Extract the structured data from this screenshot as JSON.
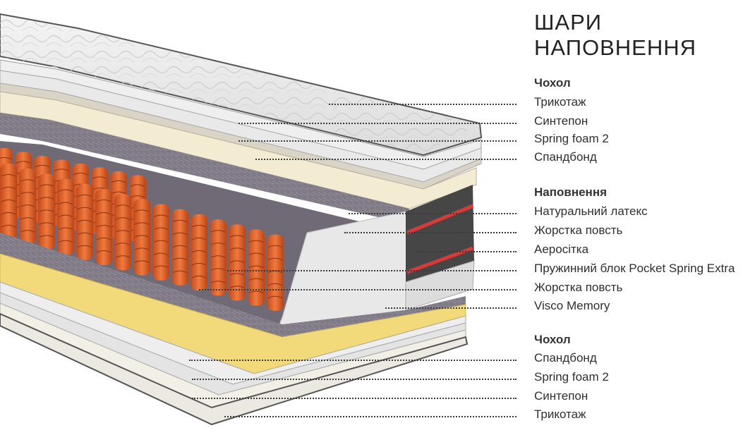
{
  "title": {
    "line1": "ШАРИ",
    "line2": "НАПОВНЕННЯ"
  },
  "sections": [
    {
      "header": "Чохол",
      "items": [
        "Трикотаж",
        "Синтепон",
        "Spring foam 2",
        "Спандбонд"
      ]
    },
    {
      "header": "Наповнення",
      "items": [
        "Натуральний латекс",
        "Жорстка повсть",
        "Аеросітка",
        "Пружинний блок Pocket Spring Extra",
        "Жорстка повсть",
        "Visco Memory"
      ]
    },
    {
      "header": "Чохол",
      "items": [
        "Спандбонд",
        "Spring foam 2",
        "Синтепон",
        "Трикотаж"
      ]
    }
  ],
  "colors": {
    "springs": "#e8662e",
    "latex": "#f3ecd2",
    "visco": "#f2d97a",
    "felt": "#7d7884",
    "red_mesh": "#d83a3a"
  }
}
